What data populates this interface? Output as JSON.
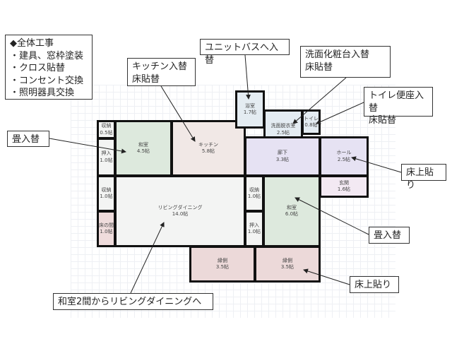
{
  "colors": {
    "washitsu": "#dde9dd",
    "kitchen": "#f1e8e6",
    "hall": "#e6e2f3",
    "genkan": "#f3e9f3",
    "tokonoma": "#efdcdc",
    "engawa": "#ecd9d9",
    "wet": "#e4ecf2",
    "neutral": "#f3f4f3"
  },
  "rooms": [
    {
      "name": "収納",
      "size": "0.5帖"
    },
    {
      "name": "和室",
      "size": "4.5帖"
    },
    {
      "name": "押入",
      "size": "1.0帖"
    },
    {
      "name": "キッチン",
      "size": "5.8帖"
    },
    {
      "name": "浴室",
      "size": "1.7帖"
    },
    {
      "name": "洗面脱衣室",
      "size": "2.5帖"
    },
    {
      "name": "トイレ",
      "size": "0.8帖"
    },
    {
      "name": "廊下",
      "size": "3.3帖"
    },
    {
      "name": "ホール",
      "size": "2.5帖"
    },
    {
      "name": "玄関",
      "size": "1.6帖"
    },
    {
      "name": "収納",
      "size": "1.0帖"
    },
    {
      "name": "リビングダイニング",
      "size": "14.0帖"
    },
    {
      "name": "床の間",
      "size": "1.0帖"
    },
    {
      "name": "収納",
      "size": "1.0帖"
    },
    {
      "name": "押入",
      "size": "1.0帖"
    },
    {
      "name": "和室",
      "size": "6.0帖"
    },
    {
      "name": "縁側",
      "size": "3.5帖"
    },
    {
      "name": "縁側",
      "size": "3.5帖"
    }
  ],
  "notes": {
    "overall": "◆全体工事\n・建具、窓枠塗装\n・クロス貼替\n・コンセント交換\n・照明器具交換",
    "bath": "ユニットバスへ入替",
    "kitchen": "キッチン入替\n床貼替",
    "washroom": "洗面化粧台入替\n床貼替",
    "toilet": "トイレ便座入替\n床貼替",
    "tatami1": "畳入替",
    "hall": "床上貼り",
    "tatami2": "畳入替",
    "engawa": "床上貼り",
    "living": "和室2間からリビングダイニングへ"
  }
}
